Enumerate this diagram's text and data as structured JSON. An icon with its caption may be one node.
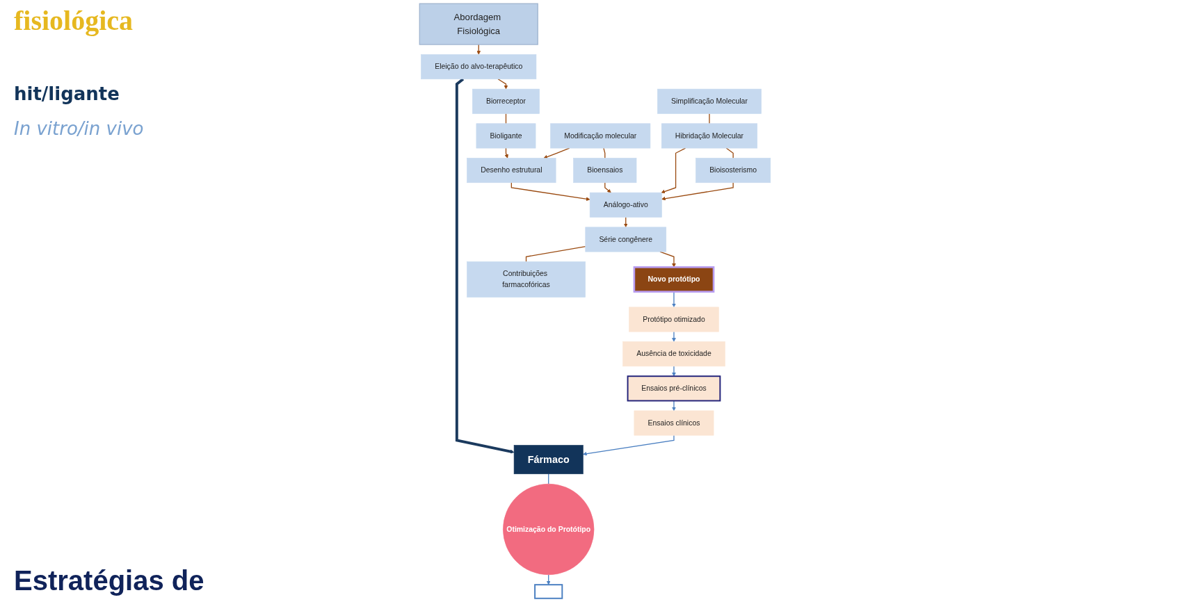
{
  "diagram": {
    "nodes": [
      {
        "text": [],
        "shape": "box"
      },
      {
        "text": [
          "Modificação molecular"
        ]
      },
      {
        "text": [
          "Biorreceptor"
        ]
      },
      {
        "text": [
          "Bioligante"
        ]
      },
      {
        "text": [
          "Novo protótipo"
        ]
      },
      {
        "text": [
          "Protótipo otimizado"
        ]
      },
      {
        "text": [
          "Otimização do Protótipo"
        ]
      },
      {
        "text": [
          "Simplificação Molecular"
        ]
      },
      {
        "text": [
          "Desenho estrutural"
        ]
      },
      {
        "text": [
          "Eleição do alvo-terapêutico"
        ]
      },
      {
        "text": [
          "Fármaco"
        ]
      },
      {
        "text": [
          "Bioensaios"
        ]
      },
      {
        "text": [
          "Hibridação Molecular"
        ]
      },
      {
        "text": [
          "Ausência de toxicidade"
        ]
      },
      {
        "text": [
          "Série congênere"
        ]
      },
      {
        "text": [
          "Abordagem Fisiológica"
        ]
      },
      {
        "text": [
          "Bioisosterismo"
        ]
      },
      {
        "text": [
          "Ensaios clínicos"
        ]
      },
      {
        "text": [
          "Análogo-ativo"
        ]
      },
      {
        "text": [
          "Contribuições farmacofóricas"
        ]
      },
      {
        "text": [
          "Ensaios pré-clínicos"
        ]
      }
    ],
    "edges": [
      {
        "from": 15,
        "to": 9,
        "arrow": "to"
      },
      {
        "from": 9,
        "to": 2,
        "arrow": "to"
      },
      {
        "from": 2,
        "to": 3,
        "arrow": "none"
      },
      {
        "from": 3,
        "to": 8,
        "arrow": "to"
      },
      {
        "from": 1,
        "to": 8,
        "arrow": "to"
      },
      {
        "from": 1,
        "to": 11,
        "arrow": "none"
      },
      {
        "from": 9,
        "to": 10,
        "arrow": "to",
        "style": "thick",
        "color": "#1b3a5e"
      },
      {
        "from": 7,
        "to": 12,
        "arrow": "none"
      },
      {
        "from": 12,
        "to": 16,
        "arrow": "none"
      },
      {
        "from": 8,
        "to": 18,
        "arrow": "to"
      },
      {
        "from": 11,
        "to": 18,
        "arrow": "to"
      },
      {
        "from": 12,
        "to": 18,
        "arrow": "to"
      },
      {
        "from": 16,
        "to": 18,
        "arrow": "to"
      },
      {
        "from": 18,
        "to": 14,
        "arrow": "to"
      },
      {
        "from": 14,
        "to": 4,
        "arrow": "to"
      },
      {
        "from": 14,
        "to": 19,
        "arrow": "none"
      },
      {
        "from": 4,
        "to": 5,
        "arrow": "to",
        "color": "#4a7fc1"
      },
      {
        "from": 5,
        "to": 13,
        "arrow": "to",
        "color": "#4a7fc1"
      },
      {
        "from": 13,
        "to": 20,
        "arrow": "to",
        "color": "#4a7fc1"
      },
      {
        "from": 20,
        "to": 17,
        "arrow": "to",
        "color": "#4a7fc1"
      },
      {
        "from": 17,
        "to": 10,
        "arrow": "to",
        "color": "#4a7fc1"
      },
      {
        "from": 10,
        "to": 6,
        "arrow": "none",
        "color": "#4a7fc1"
      },
      {
        "from": 6,
        "to": 0,
        "arrow": "to",
        "color": "#4a7fc1"
      }
    ],
    "labels": [
      "fisiológica",
      "hit/ligante",
      "In vitro/in vivo",
      "Estratégias de"
    ]
  }
}
